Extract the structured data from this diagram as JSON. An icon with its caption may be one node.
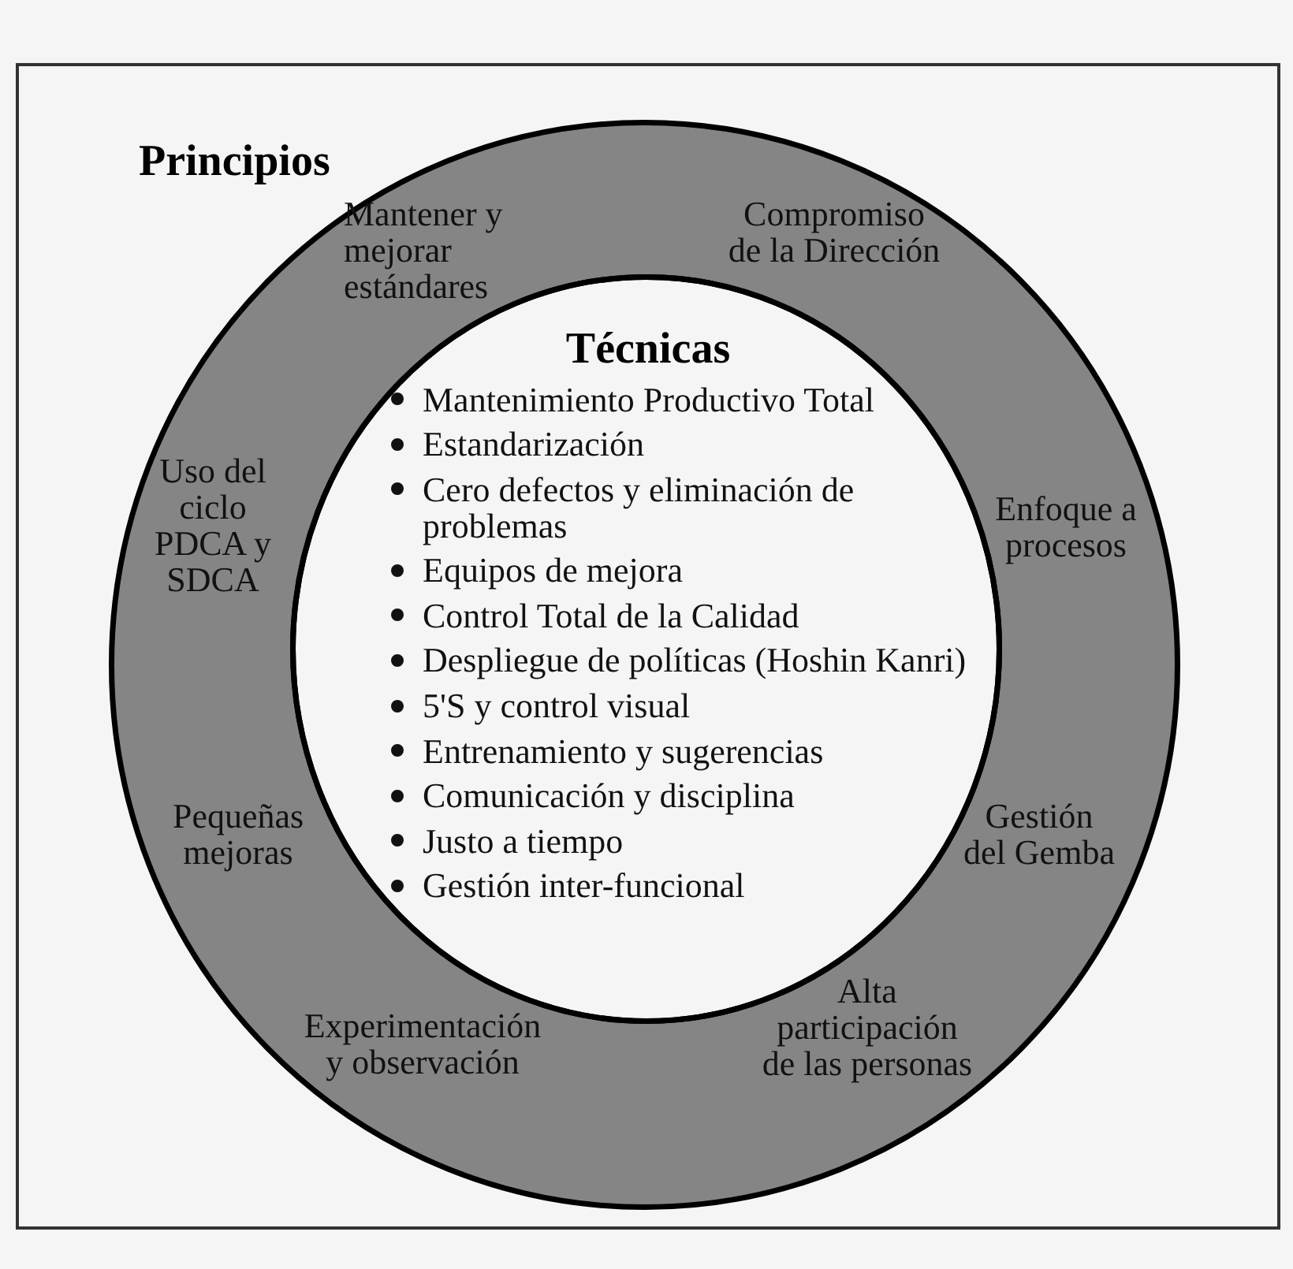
{
  "diagram": {
    "nodes": [
      {
        "text": [
          "Principios",
          "Mantener y mejorar estándares",
          "Compromiso de la Dirección",
          "Uso del ciclo PDCA y SDCA",
          "Enfoque a procesos",
          "Pequeñas mejoras",
          "Gestión del Gemba",
          "Experimentación y observación",
          "Alta participación de las personas"
        ]
      },
      {
        "text": [
          "Técnicas",
          "Mantenimiento Productivo Total",
          "Estandarización",
          "Cero defectos y eliminación de problemas",
          "Equipos de mejora",
          "Control Total de la Calidad",
          "Despliegue de políticas (Hoshin Kanri)",
          "5'S y control visual",
          "Entrenamiento y sugerencias",
          "Comunicación y disciplina",
          "Justo a tiempo",
          "Gestión inter-funcional"
        ],
        "in": 0
      }
    ]
  }
}
